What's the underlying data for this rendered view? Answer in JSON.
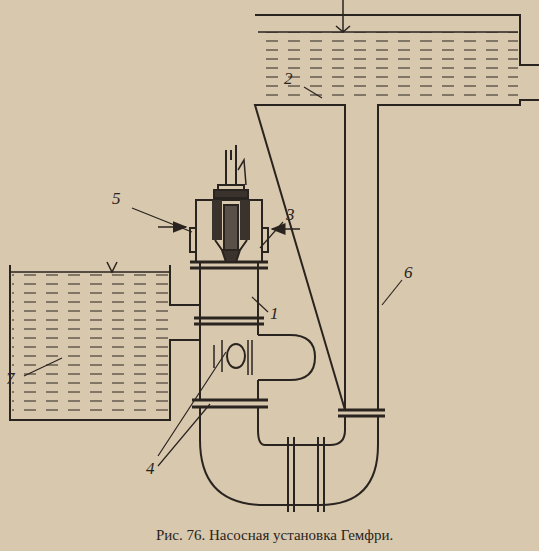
{
  "diagram": {
    "caption": "Рис. 76. Насосная установка Гемфри.",
    "labels": [
      "2",
      "5",
      "3",
      "1",
      "6",
      "7",
      "4"
    ]
  }
}
